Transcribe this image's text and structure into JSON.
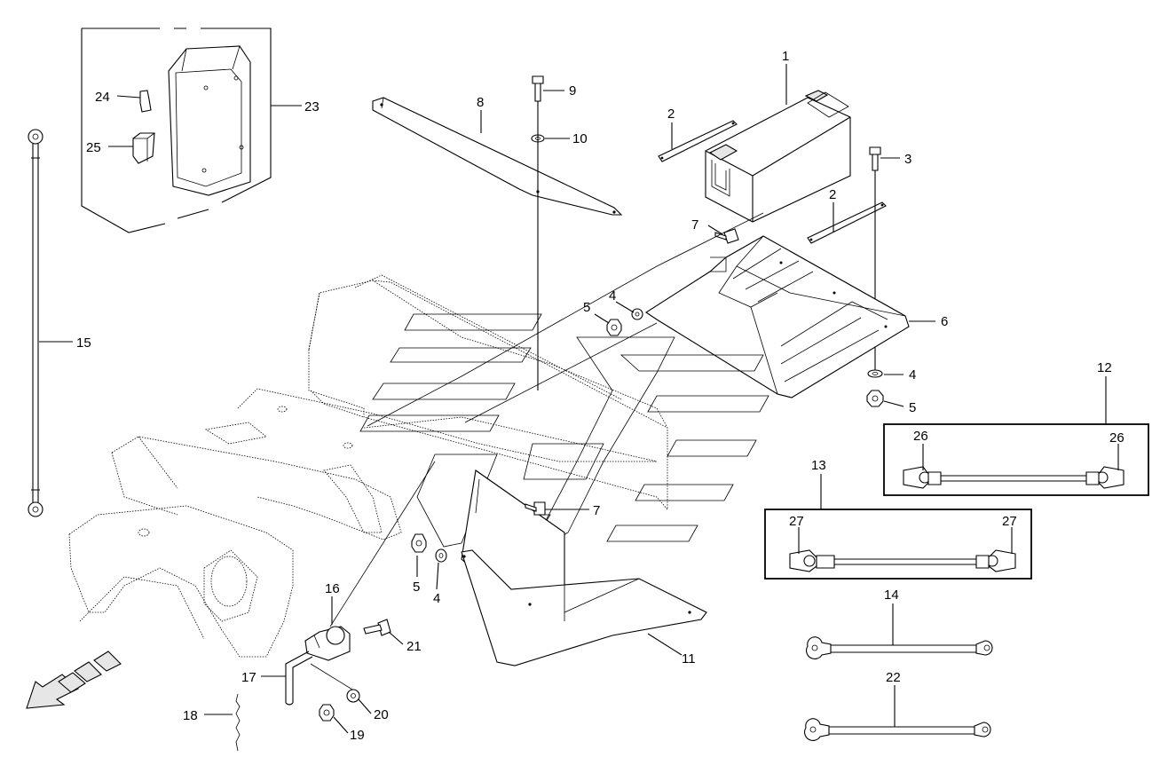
{
  "labels": {
    "l1": "1",
    "l2a": "2",
    "l2b": "2",
    "l3": "3",
    "l4a": "4",
    "l4b": "4",
    "l4c": "4",
    "l5a": "5",
    "l5b": "5",
    "l5c": "5",
    "l6": "6",
    "l7a": "7",
    "l7b": "7",
    "l8": "8",
    "l9": "9",
    "l10": "10",
    "l11": "11",
    "l12": "12",
    "l13": "13",
    "l14": "14",
    "l15": "15",
    "l16": "16",
    "l17": "17",
    "l18": "18",
    "l19": "19",
    "l20": "20",
    "l21": "21",
    "l22": "22",
    "l23": "23",
    "l24": "24",
    "l25": "25",
    "l26a": "26",
    "l26b": "26",
    "l27a": "27",
    "l27b": "27"
  }
}
